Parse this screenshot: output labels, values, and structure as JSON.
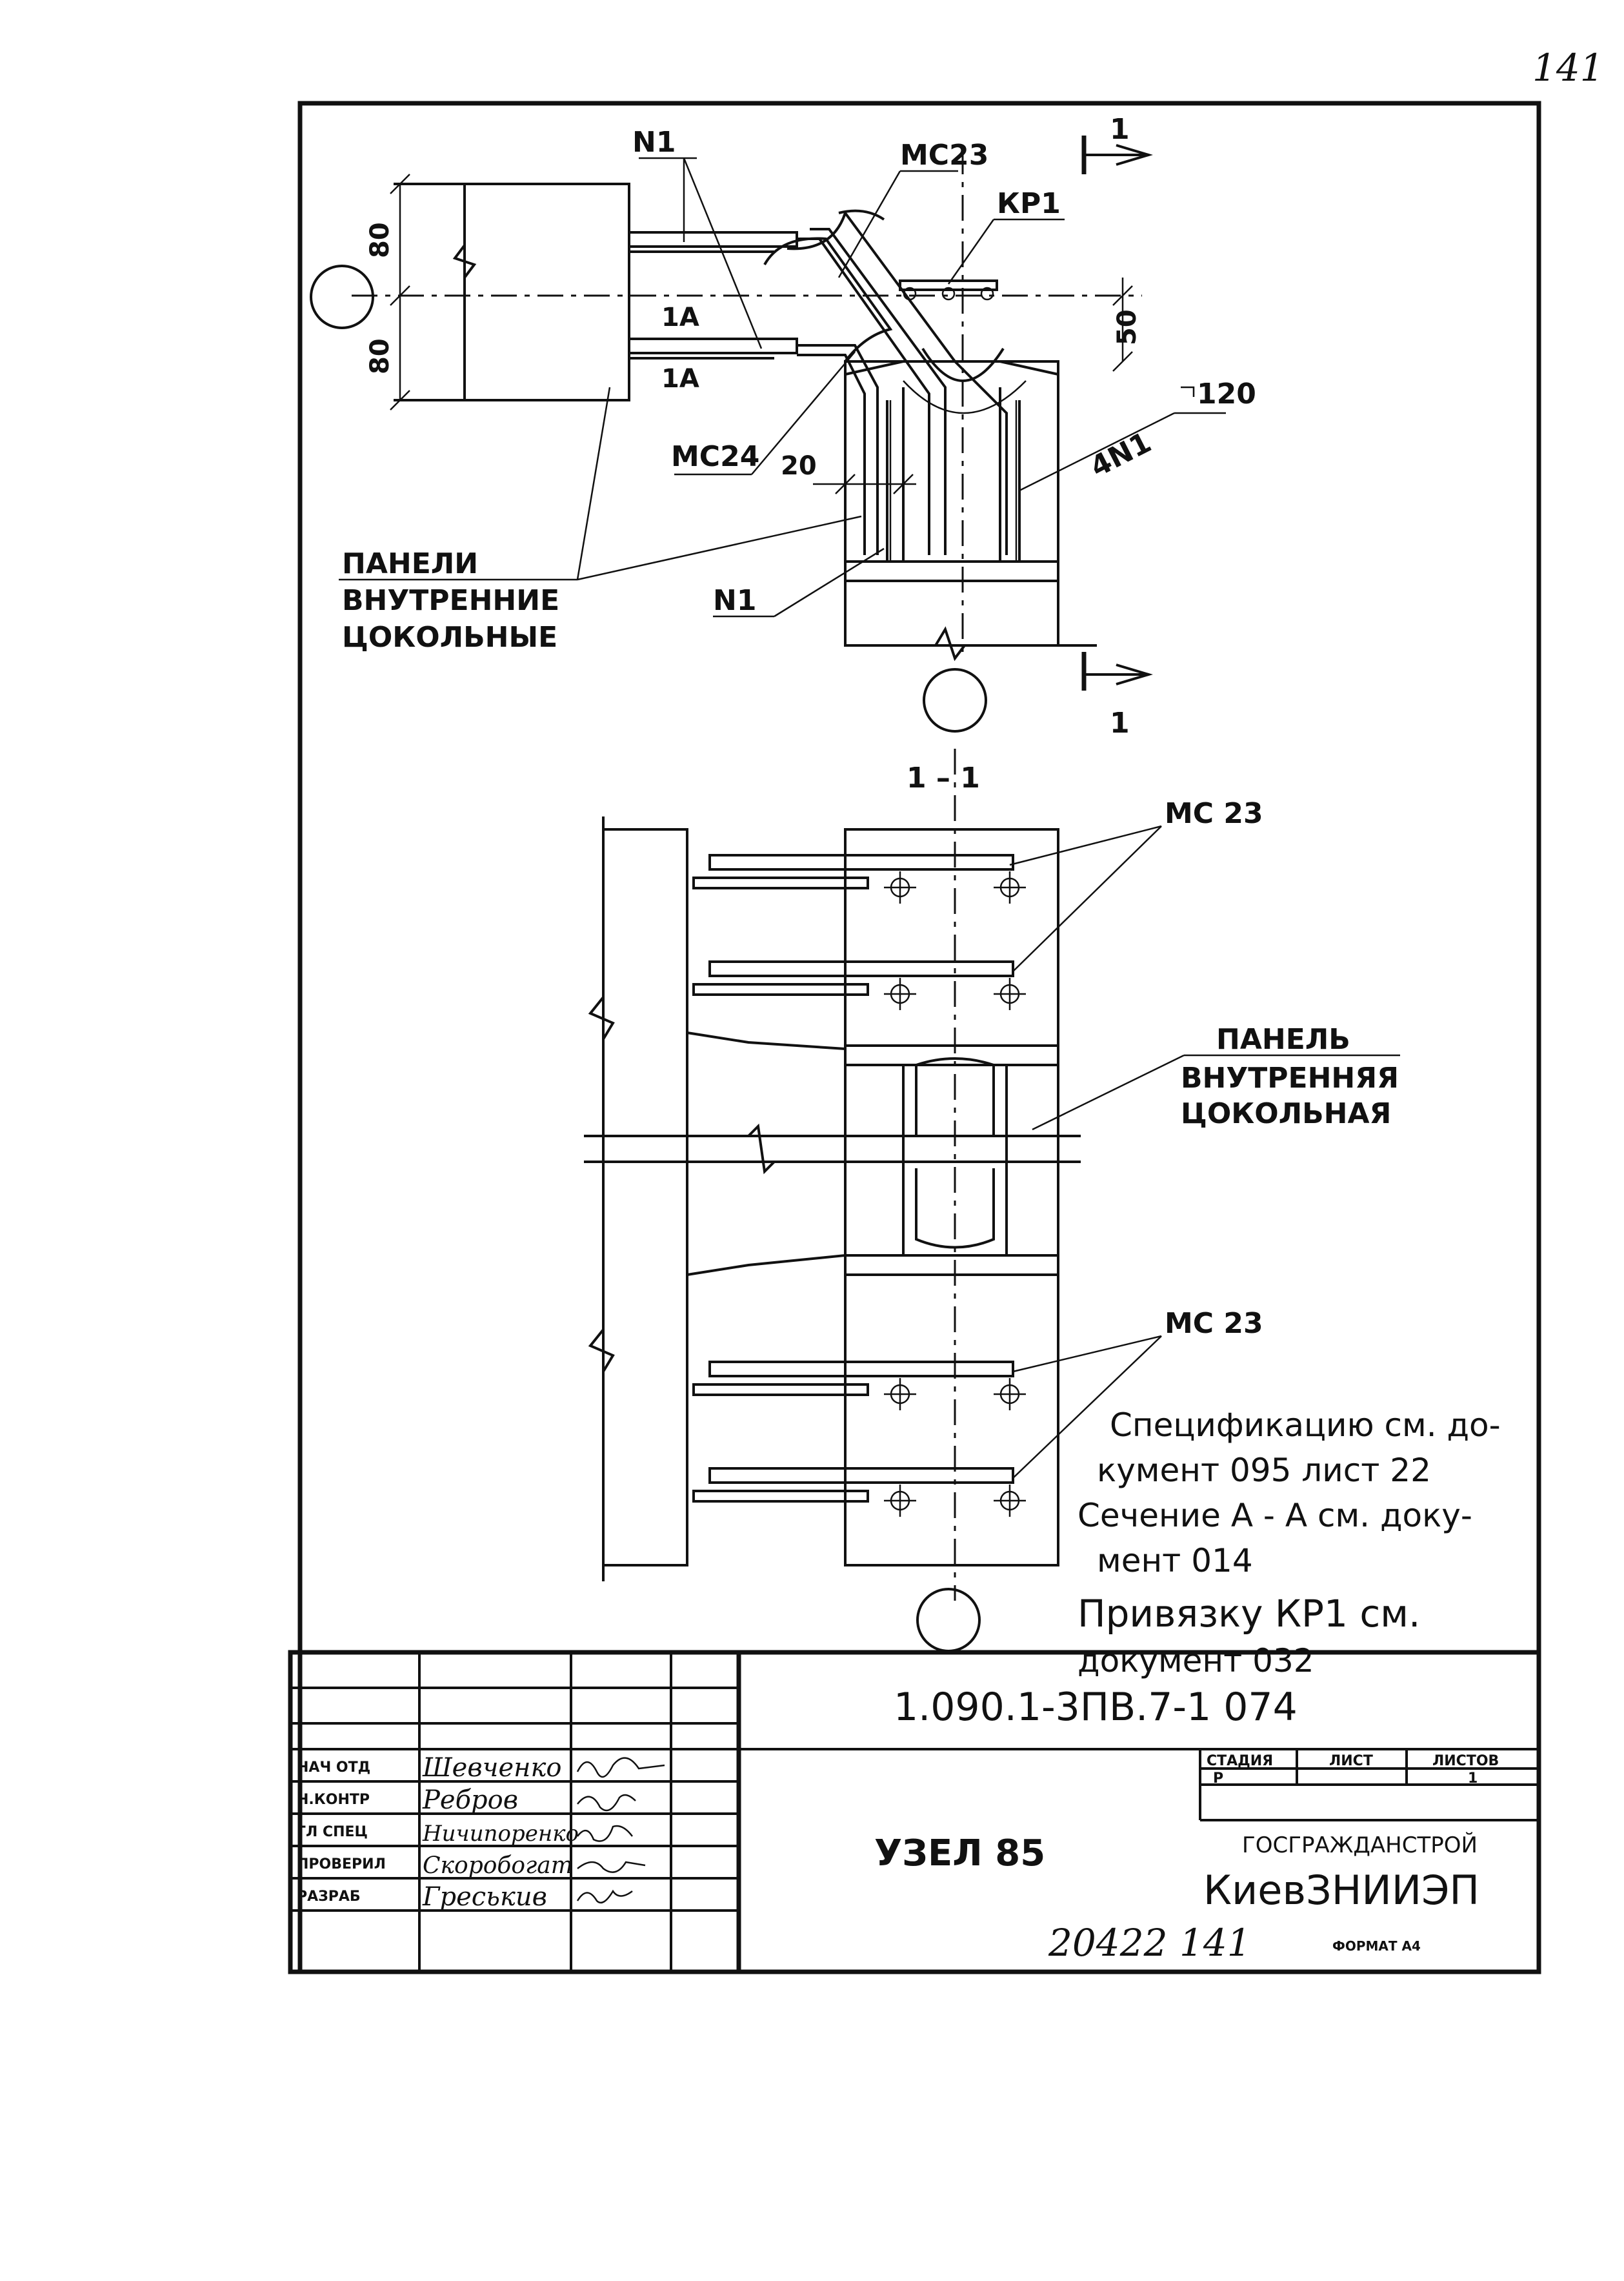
{
  "page_number": "141",
  "top_view": {
    "labels": {
      "n1_top": "N1",
      "mc23": "МС23",
      "kp1": "КР1",
      "section_mark_top": "1",
      "section_mark_bottom": "1",
      "dim_80_top": "80",
      "dim_80_bottom": "80",
      "dim_50": "50",
      "dim_20": "20",
      "dim_120": "120",
      "1a_top": "1А",
      "1a_bottom": "1А",
      "mc24": "МС24",
      "4n1": "4N1",
      "n1_bottom": "N1"
    },
    "panels_label": [
      "ПАНЕЛИ",
      "ВНУТРЕННИЕ",
      "ЦОКОЛЬНЫЕ"
    ]
  },
  "section_view": {
    "title": "1 – 1",
    "mc23_top": "МС 23",
    "mc23_bottom": "МС 23",
    "panel_label": [
      "ПАНЕЛЬ",
      "ВНУТРЕННЯЯ",
      "ЦОКОЛЬНАЯ"
    ]
  },
  "notes": [
    "Спецификацию см. до-",
    "кумент 095 лист 22",
    "Сечение А - А см. доку-",
    "мент 014",
    "Привязку КР1 см.",
    "документ 032"
  ],
  "title_block": {
    "doc_code": "1.090.1-3ПВ.7-1   074",
    "title": "УЗЕЛ 85",
    "stage_header": "СТАДИЯ",
    "sheet_header": "ЛИСТ",
    "sheets_header": "ЛИСТОВ",
    "stage": "Р",
    "sheets": "1",
    "org_line1": "ГОСГРАЖДАНСТРОЙ",
    "org_line2": "КиевЗНИИЭП",
    "roles": [
      {
        "role": "НАЧ ОТД",
        "name": "Шевченко"
      },
      {
        "role": "Н.КОНТР",
        "name": "Ребров"
      },
      {
        "role": "ГЛ СПЕЦ",
        "name": "Ничипоренко"
      },
      {
        "role": "ПРОВЕРИЛ",
        "name": "Скоробогат"
      },
      {
        "role": "РАЗРАБ",
        "name": "Греськив"
      }
    ]
  },
  "footer": {
    "archive_number": "20422   141",
    "format": "ФОРМАТ А4"
  }
}
